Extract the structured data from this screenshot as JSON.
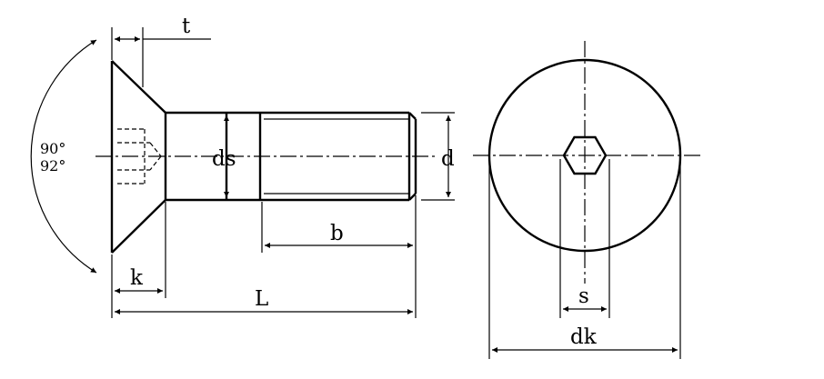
{
  "labels": {
    "t": "t",
    "angle_primary": "90°",
    "angle_secondary": "92°",
    "ds": "ds",
    "d": "d",
    "b": "b",
    "k": "k",
    "L": "L",
    "s": "s",
    "dk": "dk"
  }
}
